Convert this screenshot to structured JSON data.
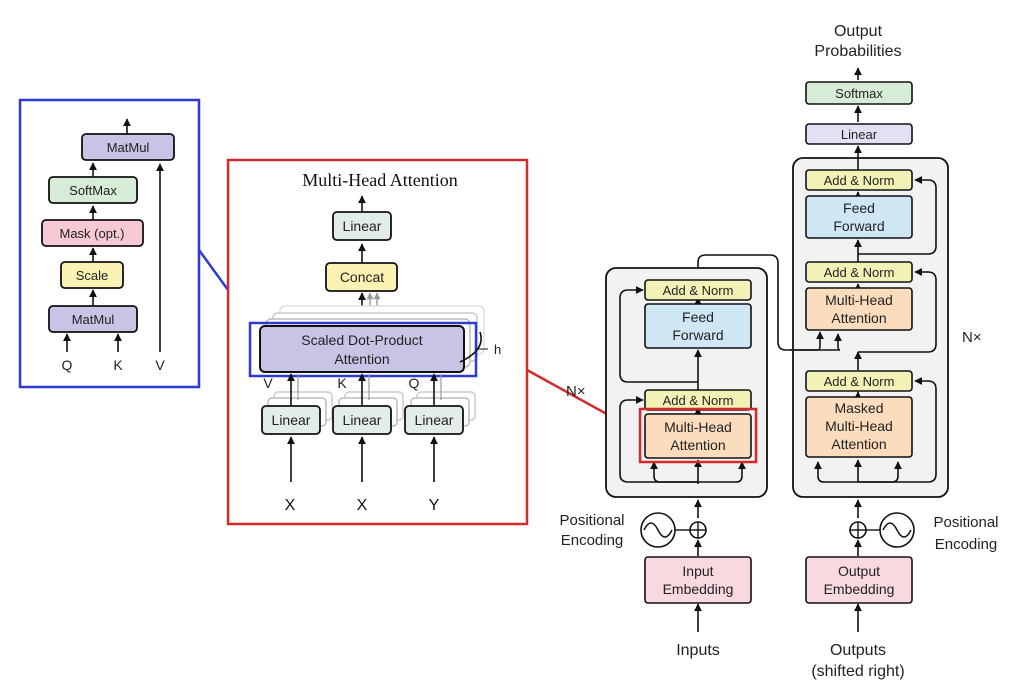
{
  "colors": {
    "blue_frame": "#2b3bd3",
    "red_frame": "#d42a2a",
    "matmul": "#c7c4e6",
    "softmax": "#d7ecd6",
    "mask": "#f6c9d5",
    "scale": "#fbf3b4",
    "linear_mha": "#e4ece9",
    "concat": "#fbf3b4",
    "sdpa": "#c7c4e6",
    "add_norm": "#f2f2b6",
    "feed_forward": "#cfe7f5",
    "mha": "#fbdcbc",
    "embedding": "#f8d9df",
    "block_bg": "#f2f2f2",
    "linear_out": "#e2e1f3",
    "softmax_out": "#d7ecd6"
  },
  "sdpa_panel": {
    "matmul_top": "MatMul",
    "softmax": "SoftMax",
    "mask": "Mask (opt.)",
    "scale": "Scale",
    "matmul_bottom": "MatMul",
    "q": "Q",
    "k": "K",
    "v": "V"
  },
  "mha_panel": {
    "title": "Multi-Head Attention",
    "linear_top": "Linear",
    "concat": "Concat",
    "sdpa_line1": "Scaled Dot-Product",
    "sdpa_line2": "Attention",
    "h": "h",
    "v": "V",
    "k": "K",
    "q": "Q",
    "linear": "Linear",
    "in_1": "X",
    "in_2": "X",
    "in_3": "Y"
  },
  "encoder": {
    "add_norm_top": "Add & Norm",
    "ff_line1": "Feed",
    "ff_line2": "Forward",
    "add_norm_bottom": "Add & Norm",
    "mha_line1": "Multi-Head",
    "mha_line2": "Attention",
    "nx": "N×",
    "pos_line1": "Positional",
    "pos_line2": "Encoding",
    "emb_line1": "Input",
    "emb_line2": "Embedding",
    "inputs": "Inputs"
  },
  "decoder": {
    "out_line1": "Output",
    "out_line2": "Probabilities",
    "softmax": "Softmax",
    "linear": "Linear",
    "add_norm_1": "Add & Norm",
    "ff_line1": "Feed",
    "ff_line2": "Forward",
    "add_norm_2": "Add & Norm",
    "mha_line1": "Multi-Head",
    "mha_line2": "Attention",
    "add_norm_3": "Add & Norm",
    "masked_line1": "Masked",
    "masked_line2": "Multi-Head",
    "masked_line3": "Attention",
    "nx": "N×",
    "pos_line1": "Positional",
    "pos_line2": "Encoding",
    "emb_line1": "Output",
    "emb_line2": "Embedding",
    "outputs_line1": "Outputs",
    "outputs_line2": "(shifted right)"
  }
}
